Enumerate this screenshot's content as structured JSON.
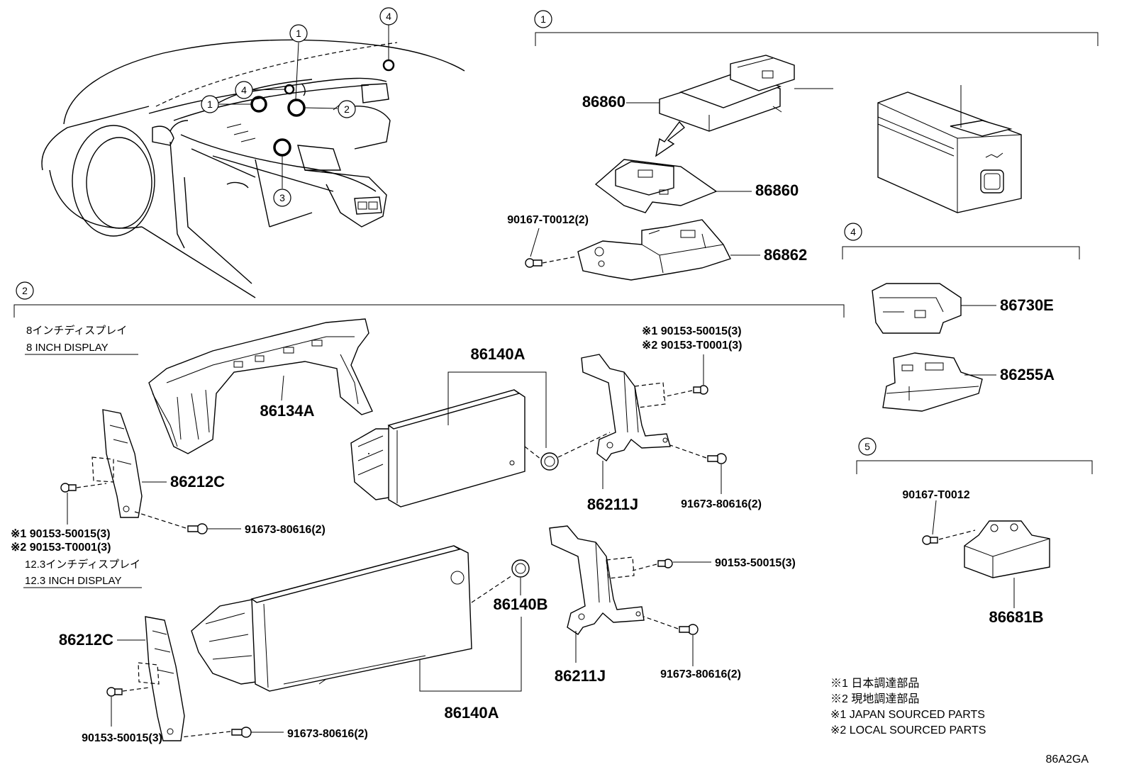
{
  "diagram": {
    "code": "86A2GA",
    "callouts": [
      "1",
      "2",
      "3",
      "4",
      "5"
    ],
    "groups": {
      "g1": {
        "marker": "1",
        "parts": {
          "unit_top": "86860",
          "unit_bottom": "86860",
          "screw": "90167-T0012(2)",
          "bracket": "86862"
        }
      },
      "g2": {
        "marker": "2",
        "display8_jp": "8インチディスプレイ",
        "display8_en": "8 INCH DISPLAY",
        "display12_jp": "12.3インチディスプレイ",
        "display12_en": "12.3 INCH DISPLAY",
        "parts": {
          "bezel": "86134A",
          "display_8": "86140A",
          "bracket_l_8": "86212C",
          "bracket_r_8": "86211J",
          "screw_l_8_a": "※1 90153-50015(3)",
          "screw_l_8_b": "※2 90153-T0001(3)",
          "bolt_l_8": "91673-80616(2)",
          "screw_r_8_a": "※1 90153-50015(3)",
          "screw_r_8_b": "※2 90153-T0001(3)",
          "bolt_r_8": "91673-80616(2)",
          "cap": "86140B",
          "display_12": "86140A",
          "bracket_l_12": "86212C",
          "bracket_r_12": "86211J",
          "screw_l_12": "90153-50015(3)",
          "bolt_l_12": "91673-80616(2)",
          "screw_r_12": "90153-50015(3)",
          "bolt_r_12": "91673-80616(2)"
        }
      },
      "g4": {
        "marker": "4",
        "parts": {
          "switch": "86730E",
          "cover": "86255A"
        }
      },
      "g5": {
        "marker": "5",
        "parts": {
          "screw": "90167-T0012",
          "unit": "86681B"
        }
      }
    },
    "notes": [
      "※1 日本調達部品",
      "※2 現地調達部品",
      "※1 JAPAN SOURCED PARTS",
      "※2 LOCAL SOURCED PARTS"
    ]
  }
}
